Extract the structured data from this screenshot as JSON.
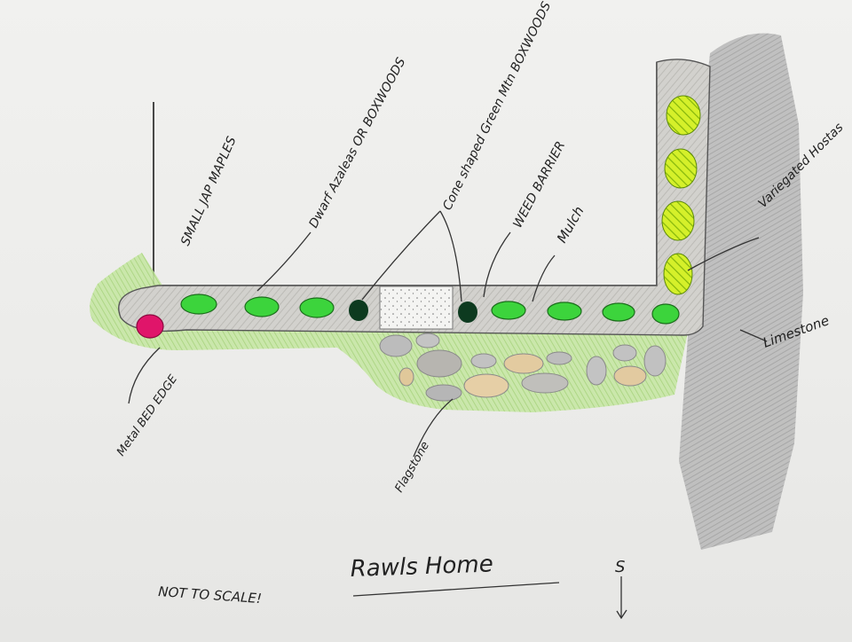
{
  "labels": {
    "small_jap_maples": "SMALL JAP MAPLES",
    "dwarf_azaleas": "Dwarf Azaleas OR BOXWOODS",
    "cone_boxwoods": "Cone shaped Green Mtn BOXWOODS",
    "weed_barrier": "WEED BARRIER",
    "mulch": "Mulch",
    "variegated_hostas": "Variegated Hostas",
    "limestone": "Limestone",
    "metal_bed_edge": "Metal BED EDGE",
    "flagstone": "Flagstone",
    "not_to_scale": "NOT TO SCALE!",
    "title": "Rawls Home",
    "south_marker": "S"
  },
  "colors": {
    "maple": "#e0156a",
    "shrub": "#3cd43c",
    "cone_boxwood": "#0d3a1f",
    "hosta": "#c8e81e",
    "grass": "#b4dd8c",
    "bed": "#d6d4cf",
    "limestone": "#a9a9a9"
  }
}
